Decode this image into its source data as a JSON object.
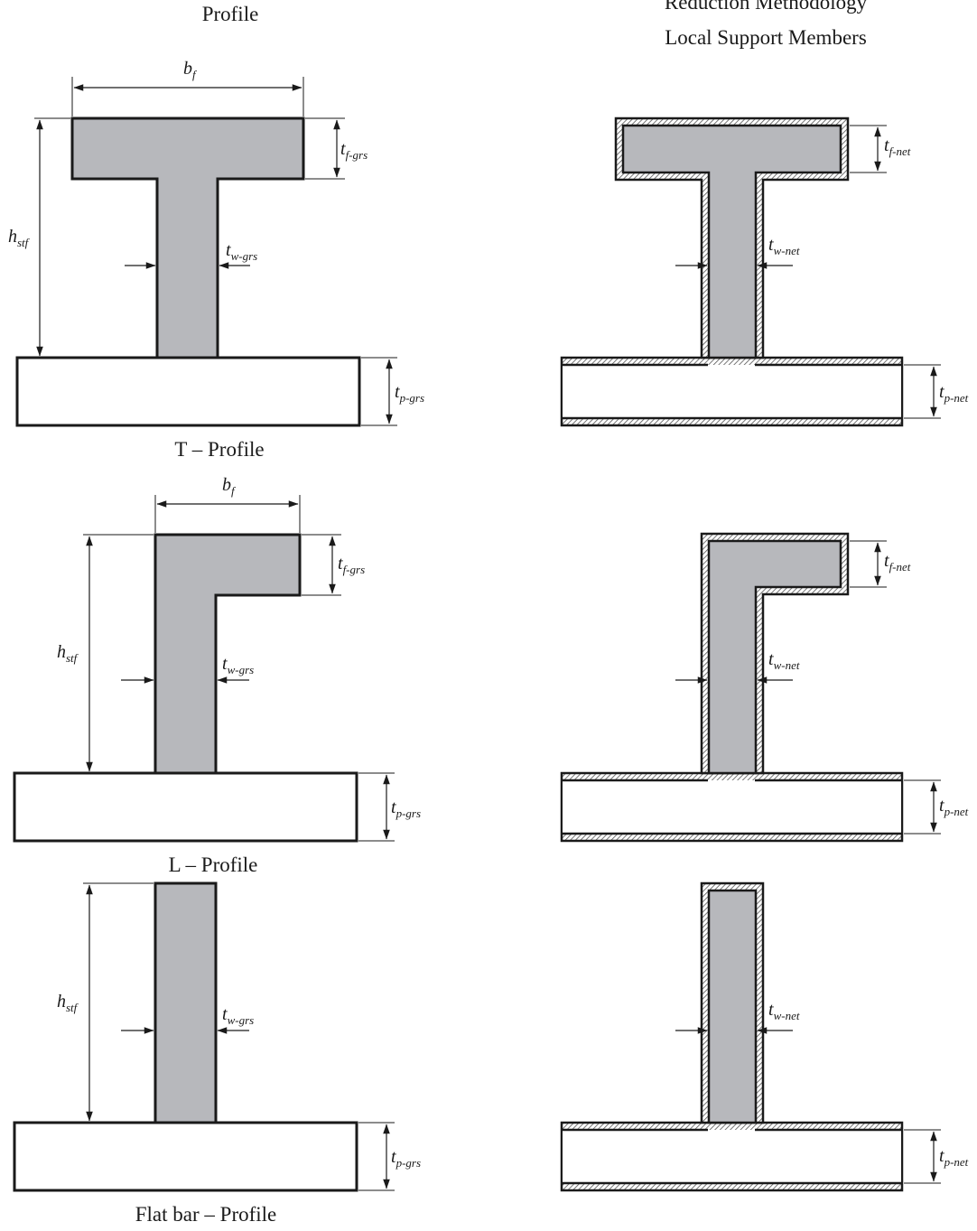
{
  "headers": {
    "left": "Profile",
    "right_line1": "Reduction Methodology",
    "right_line2": "Local Support Members"
  },
  "captions": {
    "t_profile": "T – Profile",
    "l_profile": "L – Profile",
    "flat_profile": "Flat bar – Profile"
  },
  "labels": {
    "b_f": {
      "main": "b",
      "sub": "f"
    },
    "h_stf": {
      "main": "h",
      "sub": "stf"
    },
    "t_f_grs": {
      "main": "t",
      "sub": "f-grs"
    },
    "t_w_grs": {
      "main": "t",
      "sub": "w-grs"
    },
    "t_p_grs": {
      "main": "t",
      "sub": "p-grs"
    },
    "t_f_net": {
      "main": "t",
      "sub": "f-net"
    },
    "t_w_net": {
      "main": "t",
      "sub": "w-net"
    },
    "t_p_net": {
      "main": "t",
      "sub": "p-net"
    }
  }
}
